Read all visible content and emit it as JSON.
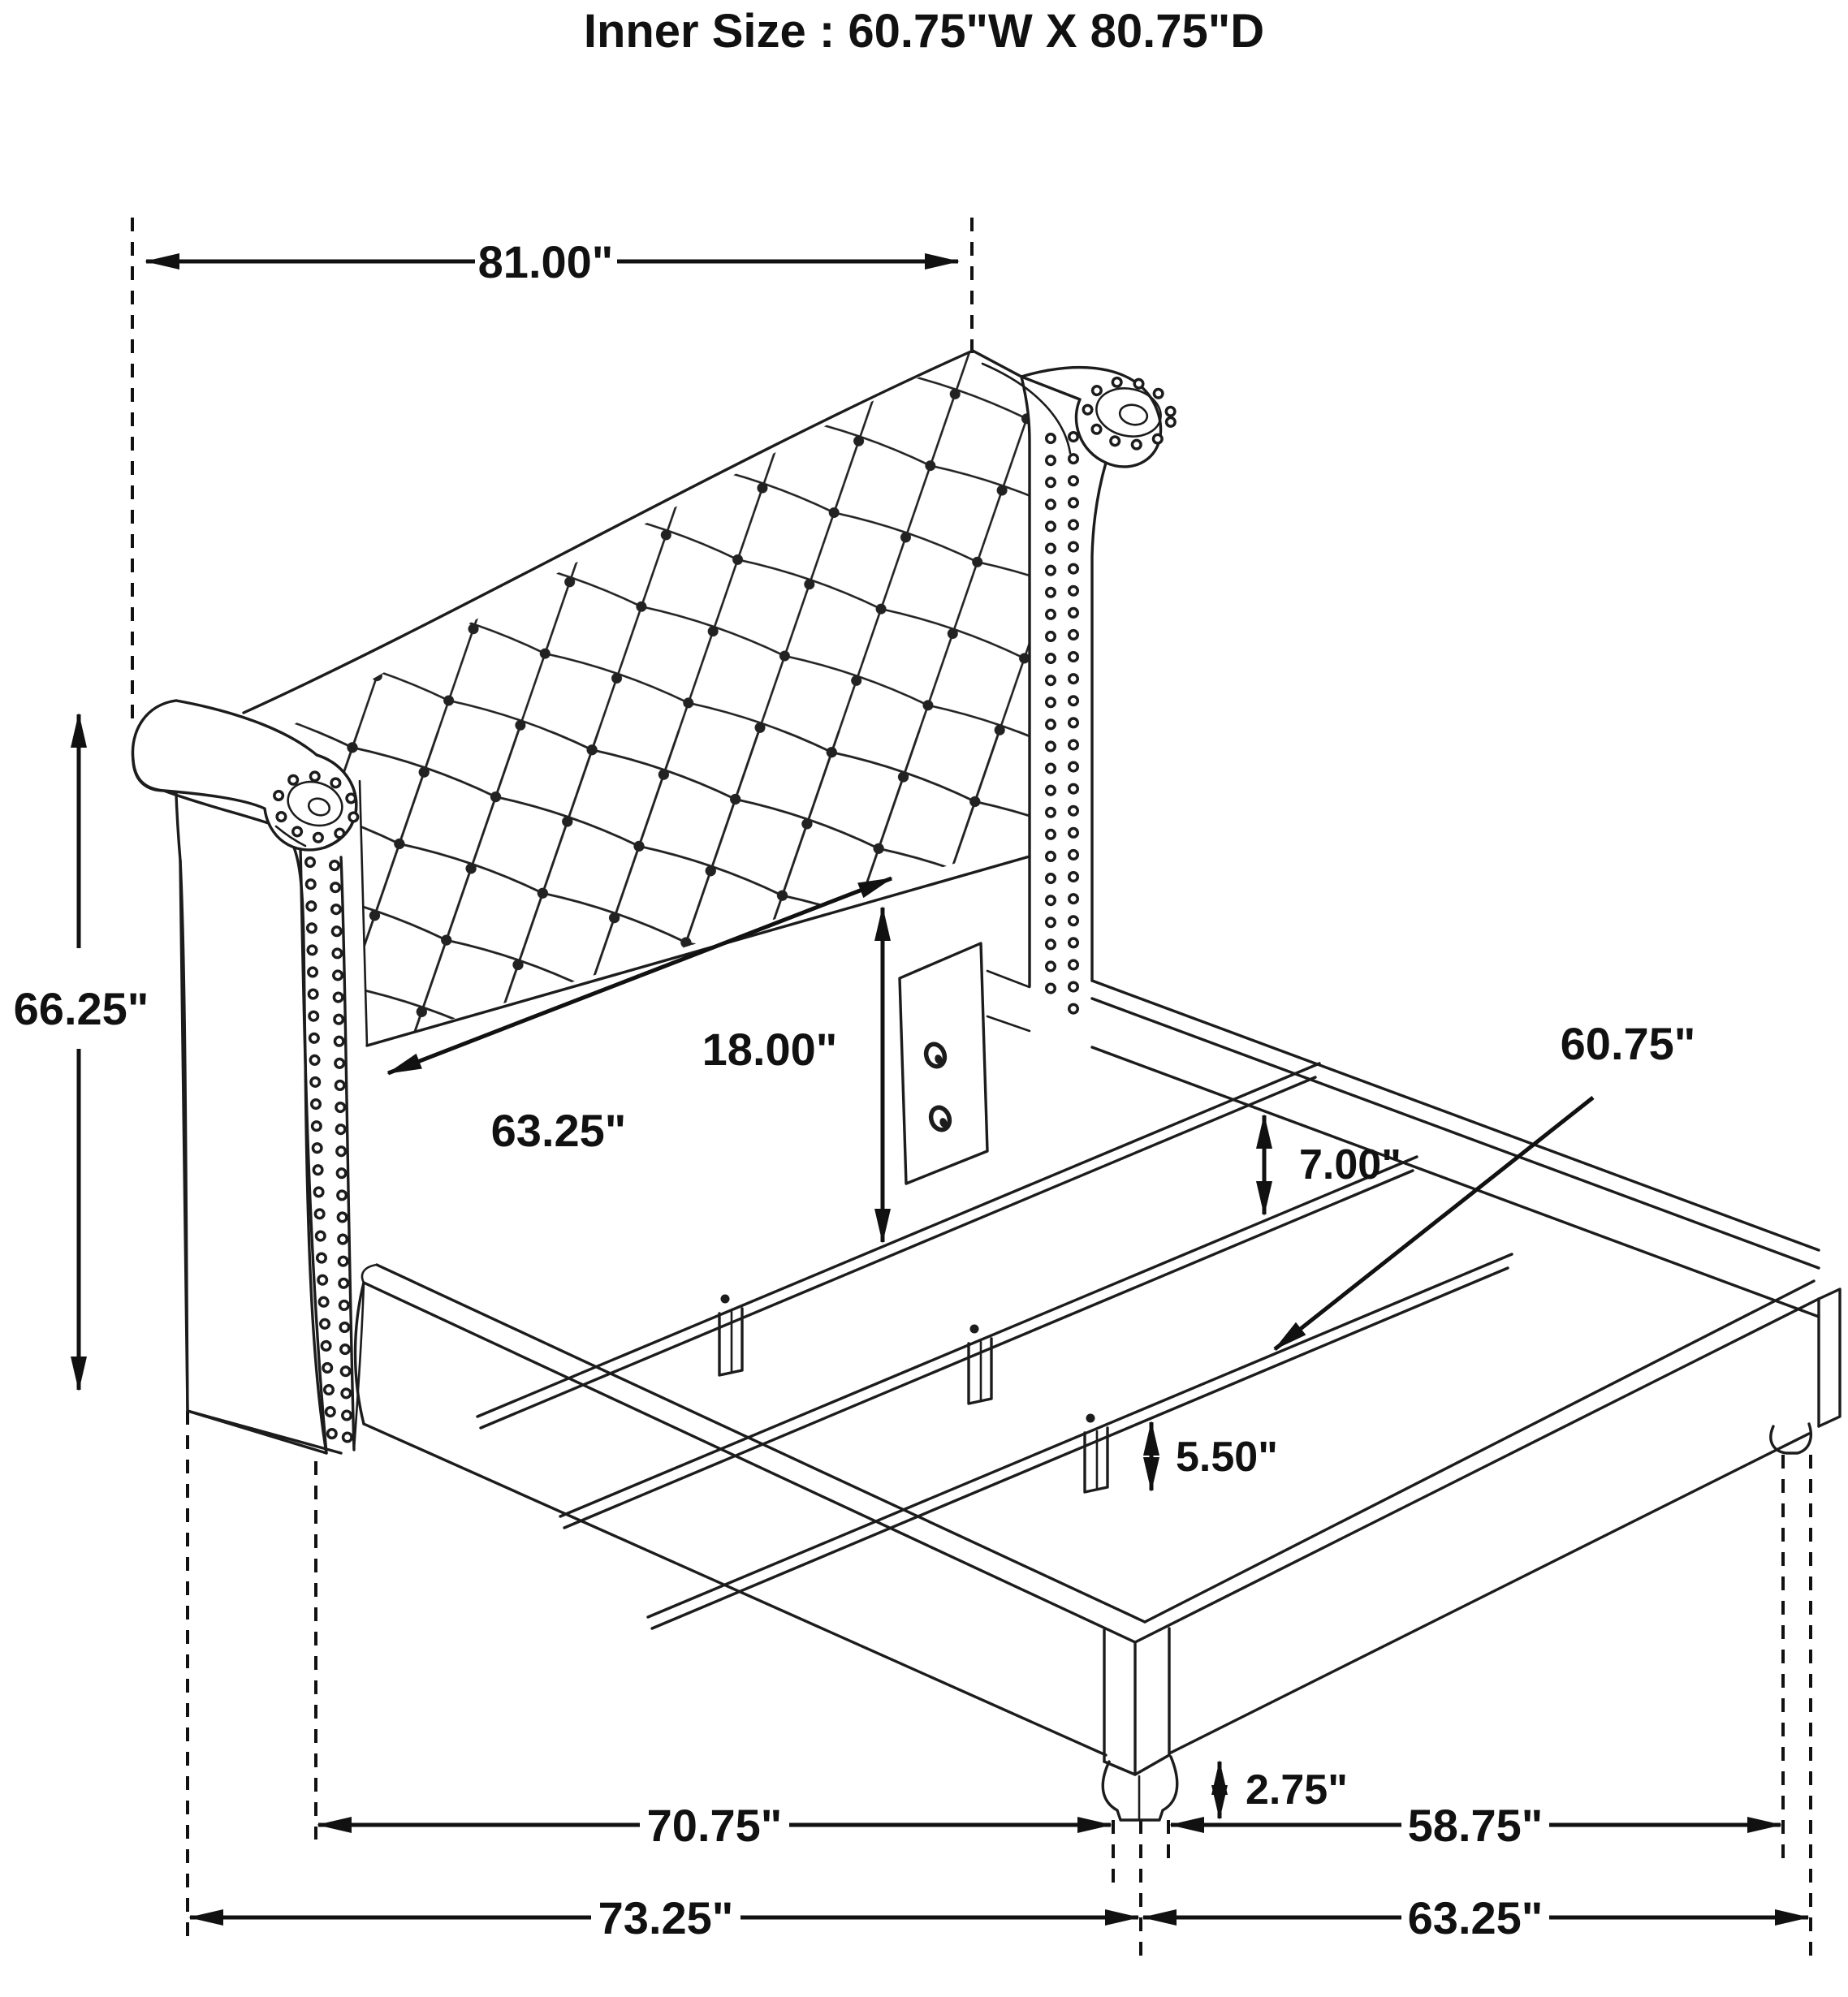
{
  "title": "Inner Size : 60.75\"W X 80.75\"D",
  "dims": {
    "overall_width": "81.00\"",
    "overall_height": "66.25\"",
    "headboard_panel_width": "63.25\"",
    "headboard_to_slat_height": "18.00\"",
    "slat_length": "60.75\"",
    "rail_to_slat_clearance": "7.00\"",
    "slat_leg_height": "5.50\"",
    "foot_height": "2.75\"",
    "inner_frame_length": "70.75\"",
    "outer_frame_length": "73.25\"",
    "side_rail_length": "58.75\"",
    "frame_width": "63.25\""
  },
  "colors": {
    "line": "#1c1c1c",
    "dimension": "#111111",
    "background": "#ffffff"
  }
}
